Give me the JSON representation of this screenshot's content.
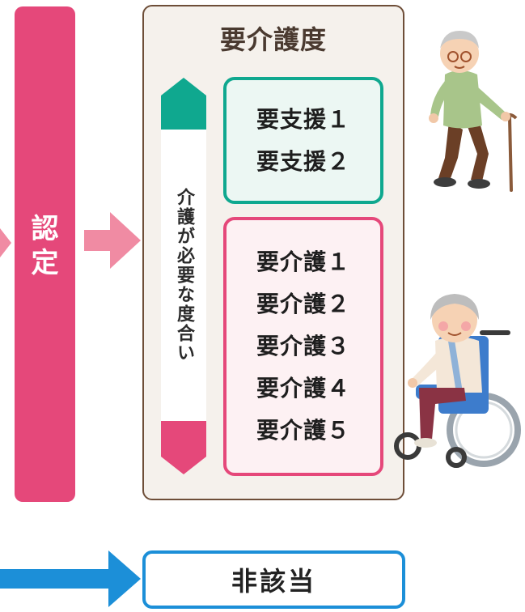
{
  "nintei": {
    "label": "認\n定",
    "color": "#e5487a"
  },
  "level_box": {
    "title": "要介護度",
    "scale_label": "介護が必要な度合い",
    "scale_top_color": "#0fa88f",
    "scale_bottom_color": "#e5487a",
    "support_levels": [
      "要支援１",
      "要支援２"
    ],
    "care_levels": [
      "要介護１",
      "要介護２",
      "要介護３",
      "要介護４",
      "要介護５"
    ]
  },
  "non_applicable": {
    "label": "非該当",
    "color": "#1c8fd8"
  },
  "illustrations": {
    "top": "elderly-man-with-cane-icon",
    "bottom": "elderly-woman-in-wheelchair-icon"
  }
}
